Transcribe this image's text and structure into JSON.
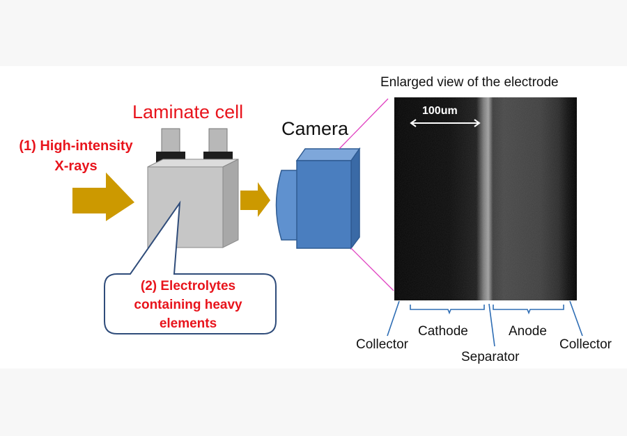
{
  "colors": {
    "arrow": "#cc9900",
    "highlight_text": "#e8141c",
    "camera_body": "#4a7ebf",
    "callout_border": "#2f4c7a",
    "guide_lines": "#e040c0",
    "pointer_lines": "#2e6db4"
  },
  "labels": {
    "laminate_cell": "Laminate cell",
    "camera": "Camera",
    "xray_line1": "(1) High-intensity",
    "xray_line2": "X-rays",
    "electrolyte_line1": "(2) Electrolytes",
    "electrolyte_line2": "containing heavy",
    "electrolyte_line3": "elements",
    "enlarged_view": "Enlarged view of the electrode",
    "scale_bar": "100um"
  },
  "electrode_layers": {
    "collector_left": "Collector",
    "cathode": "Cathode",
    "separator": "Separator",
    "anode": "Anode",
    "collector_right": "Collector"
  }
}
